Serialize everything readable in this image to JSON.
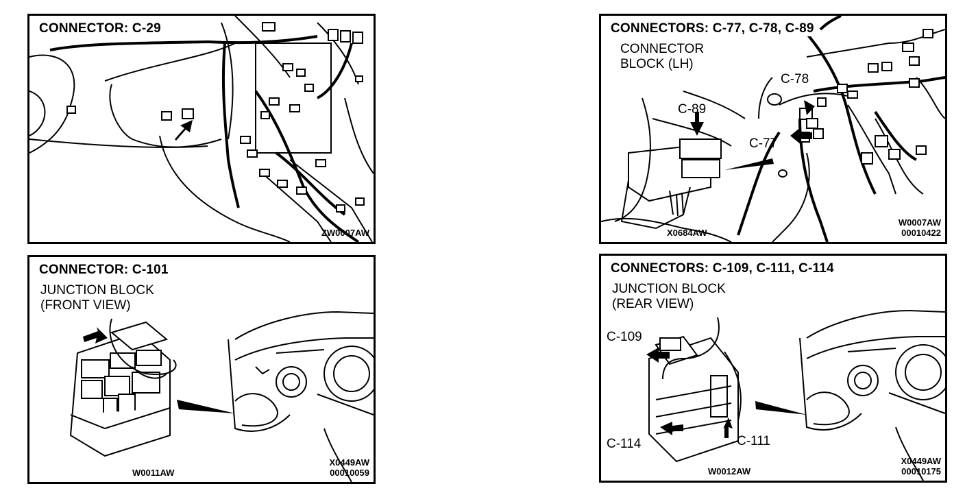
{
  "panels": {
    "p1": {
      "title": "CONNECTOR:  C-29",
      "code1": "ZW0007AW"
    },
    "p2": {
      "title": "CONNECTORS:  C-77,  C-78,  C-89",
      "subtitle_line1": "CONNECTOR",
      "subtitle_line2": "BLOCK (LH)",
      "label_c89": "C-89",
      "label_c78": "C-78",
      "label_c77": "C-77",
      "code_left": "X0684AW",
      "code1": "W0007AW",
      "code2": "00010422"
    },
    "p3": {
      "title": "CONNECTOR:  C-101",
      "subtitle_line1": "JUNCTION BLOCK",
      "subtitle_line2": "(FRONT VIEW)",
      "code_left": "W0011AW",
      "code1": "X0449AW",
      "code2": "00010059"
    },
    "p4": {
      "title": "CONNECTORS:  C-109,  C-111,  C-114",
      "subtitle_line1": "JUNCTION BLOCK",
      "subtitle_line2": "(REAR VIEW)",
      "label_c109": "C-109",
      "label_c114": "C-114",
      "label_c111": "C-111",
      "code_left": "W0012AW",
      "code1": "X0449AW",
      "code2": "00010175"
    }
  }
}
